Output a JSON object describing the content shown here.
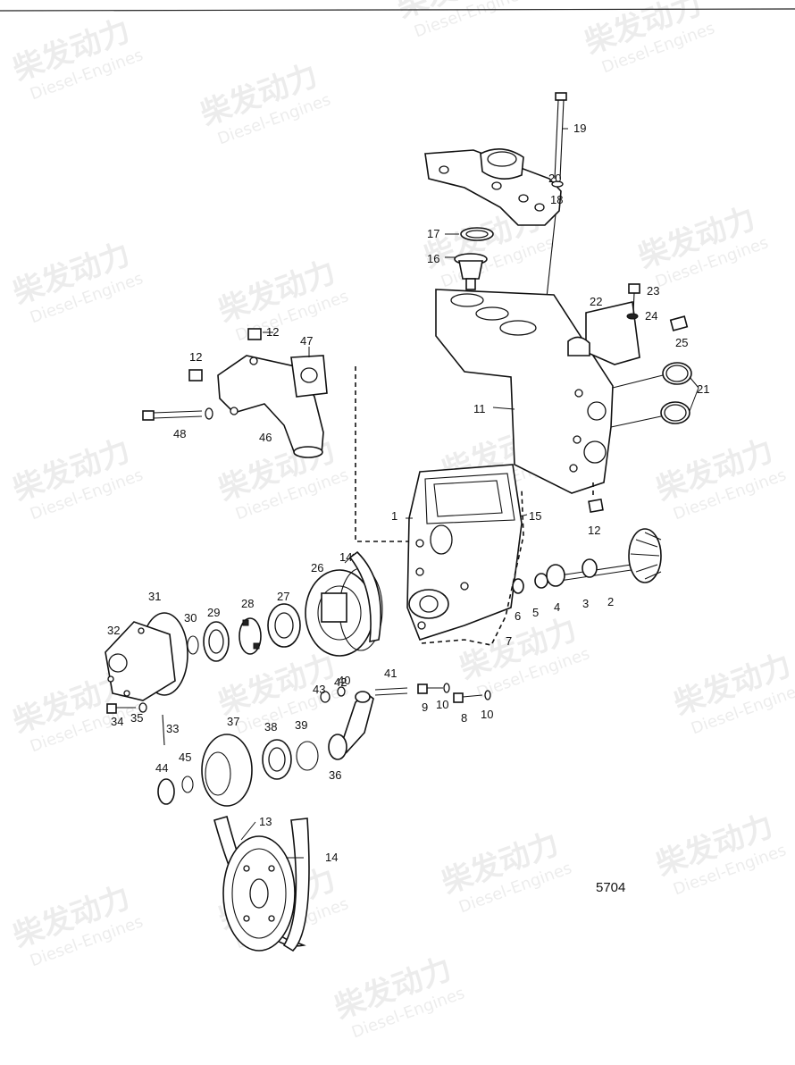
{
  "figure_number": "5704",
  "watermark": {
    "brand": "柴发动力",
    "subtitle": "Diesel-Engines"
  },
  "callouts": [
    "1",
    "2",
    "3",
    "4",
    "5",
    "6",
    "7",
    "8",
    "9",
    "10",
    "10",
    "11",
    "12",
    "12",
    "12",
    "13",
    "14",
    "14",
    "15",
    "16",
    "17",
    "18",
    "19",
    "20",
    "21",
    "22",
    "23",
    "24",
    "25",
    "26",
    "27",
    "28",
    "29",
    "30",
    "31",
    "32",
    "33",
    "34",
    "35",
    "36",
    "37",
    "38",
    "39",
    "40",
    "41",
    "42",
    "43",
    "44",
    "45",
    "46",
    "47",
    "48"
  ]
}
